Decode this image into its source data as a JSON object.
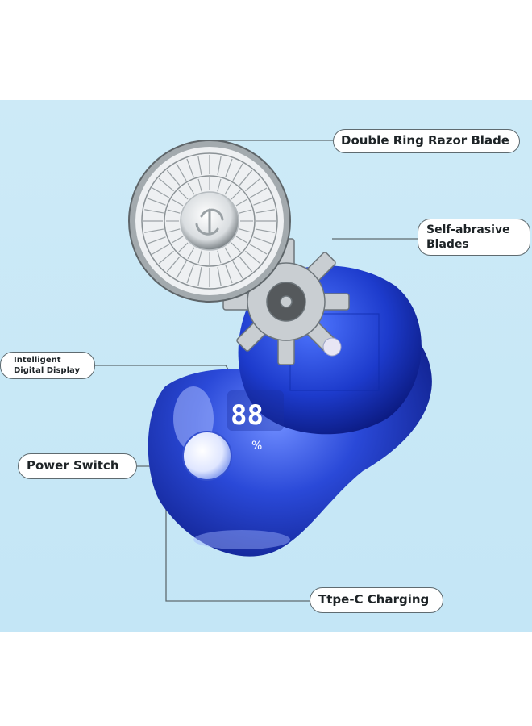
{
  "labels": {
    "double_ring": "Double Ring Razor Blade",
    "self_abrasive_1": "Self-abrasive",
    "self_abrasive_2": "Blades",
    "intelligent_1": "Intelligent",
    "intelligent_2": "Digital Display",
    "power_switch": "Power Switch",
    "charging": "Ttpe-C Charging"
  },
  "display": {
    "reading": "88",
    "unit": "%"
  },
  "colors": {
    "background": "#c9e8f6",
    "body_blue": "#2a49d8",
    "label_border": "#5f6b70"
  }
}
